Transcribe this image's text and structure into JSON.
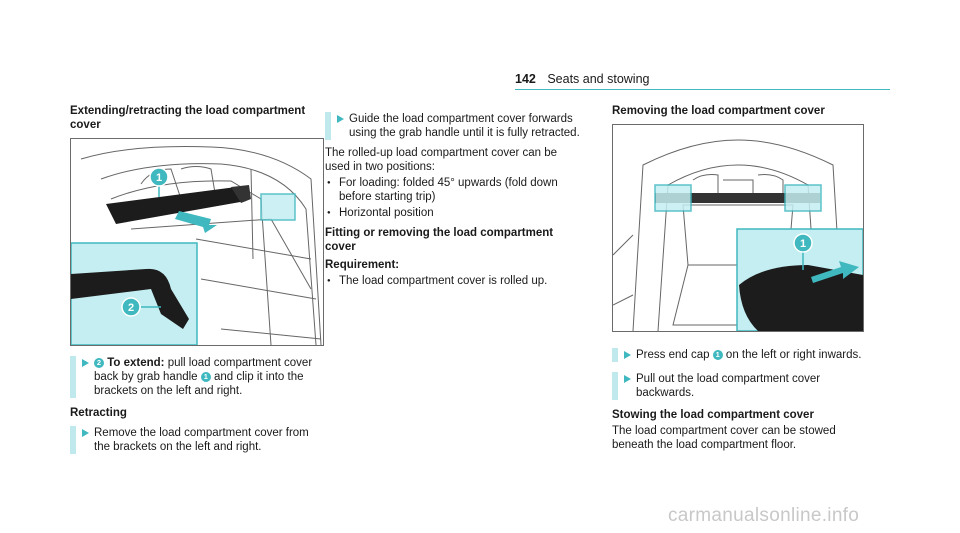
{
  "header": {
    "page_number": "142",
    "section": "Seats and stowing"
  },
  "col1": {
    "heading": "Extending/retracting the load compartment cover",
    "step1": {
      "badge": "2",
      "label": "To extend:",
      "text": "pull load compartment cover back by grab handle",
      "badge2": "1",
      "text2": "and clip it into the brackets on the left and right."
    },
    "sub_heading": "Retracting",
    "step2": "Remove the load compartment cover from the brackets on the left and right."
  },
  "col2": {
    "step1": "Guide the load compartment cover forwards using the grab handle until it is fully retracted.",
    "para": "The rolled-up load compartment cover can be used in two positions:",
    "bullets": [
      "For loading: folded 45° upwards (fold down before starting trip)",
      "Horizontal position"
    ],
    "heading2": "Fitting or removing the load compartment cover",
    "req_label": "Requirement:",
    "req_bullets": [
      "The load compartment cover is rolled up."
    ]
  },
  "col3": {
    "heading": "Removing the load compartment cover",
    "step1": {
      "text": "Press end cap",
      "badge": "1",
      "text2": "on the left or right inwards."
    },
    "step2": "Pull out the load compartment cover backwards.",
    "heading2": "Stowing the load compartment cover",
    "para": "The load compartment cover can be stowed beneath the load compartment floor."
  },
  "figures": {
    "fig1_callouts": [
      "1",
      "2"
    ],
    "fig2_callouts": [
      "1"
    ],
    "accent": "#3fb8bf",
    "highlight": "#c4eef1"
  },
  "watermark": "carmanualsonline.info"
}
